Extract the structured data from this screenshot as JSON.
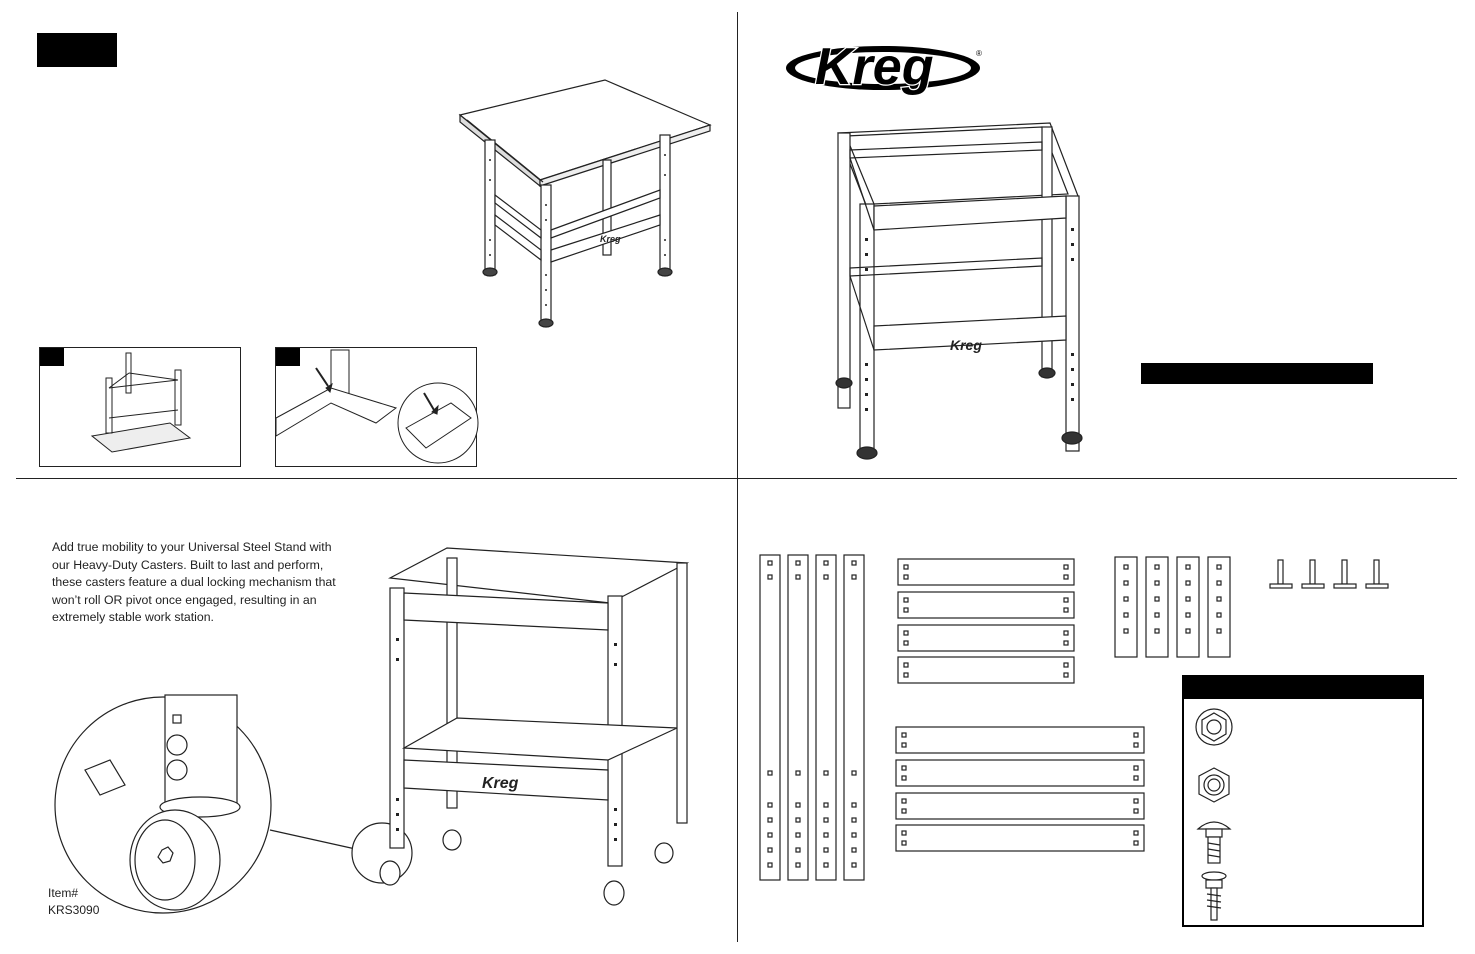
{
  "brand": {
    "logo_text": "Kreg",
    "registered_mark": "®"
  },
  "product_description": "Add true mobility to your Universal Steel Stand with\nour Heavy-Duty Casters.  Built to last and perform,\nthese casters feature a dual locking mechanism that\nwon’t roll OR pivot once engaged, resulting in an\nextremely stable work station.",
  "item": {
    "label": "Item#",
    "number": "KRS3090"
  },
  "stand_badge": "Kreg",
  "cart_badge": "Kreg",
  "parts": {
    "legs_count": 4,
    "short_rails_count": 4,
    "long_rails_count": 4,
    "leg_extensions_count": 4,
    "levelers_count": 4
  },
  "hardware": [
    "flange-nut-icon",
    "hex-nut-icon",
    "carriage-bolt-icon",
    "leveler-bolt-icon"
  ]
}
